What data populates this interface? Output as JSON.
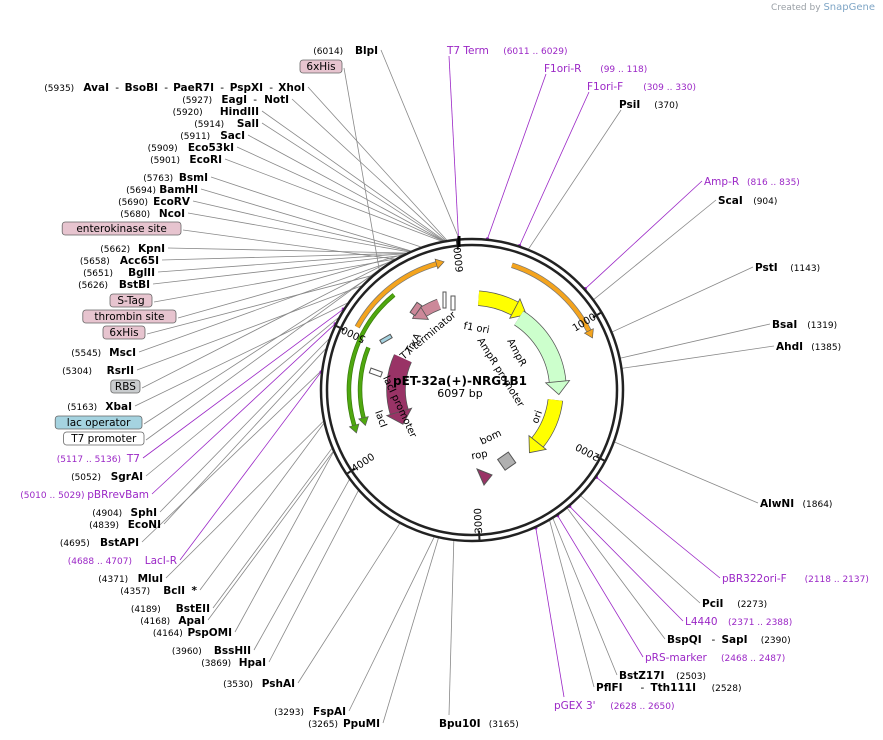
{
  "credit": {
    "prefix": "Created by",
    "brand": "SnapGene"
  },
  "plasmid": {
    "name": "pET-32a(+)-NRG1B1",
    "length": "6097 bp",
    "total_bp": 6097
  },
  "ticks": [
    "1000",
    "2000",
    "3000",
    "4000",
    "5000",
    "6000"
  ],
  "left_labels": [
    {
      "pos": "(6014)",
      "name": "BlpI"
    },
    {
      "box": "6xHis",
      "style": "tag"
    },
    {
      "pos": "(5935)",
      "name": "AvaI",
      "extra": [
        "BsoBI",
        "PaeR7I",
        "PspXI",
        "XhoI"
      ]
    },
    {
      "pos": "(5927)",
      "name": "EagI",
      "extra": [
        "NotI"
      ]
    },
    {
      "pos": "(5920)",
      "name": "HindIII"
    },
    {
      "pos": "(5914)",
      "name": "SalI"
    },
    {
      "pos": "(5911)",
      "name": "SacI"
    },
    {
      "pos": "(5909)",
      "name": "Eco53kI"
    },
    {
      "pos": "(5901)",
      "name": "EcoRI"
    },
    {
      "pos": "(5763)",
      "name": "BsmI"
    },
    {
      "pos": "(5694)",
      "name": "BamHI"
    },
    {
      "pos": "(5690)",
      "name": "EcoRV"
    },
    {
      "pos": "(5680)",
      "name": "NcoI"
    },
    {
      "box": "enterokinase site",
      "style": "tag"
    },
    {
      "pos": "(5662)",
      "name": "KpnI"
    },
    {
      "pos": "(5658)",
      "name": "Acc65I"
    },
    {
      "pos": "(5651)",
      "name": "BglII"
    },
    {
      "pos": "(5626)",
      "name": "BstBI"
    },
    {
      "box": "S-Tag",
      "style": "tag"
    },
    {
      "box": "thrombin site",
      "style": "tag"
    },
    {
      "box": "6xHis",
      "style": "tag"
    },
    {
      "pos": "(5545)",
      "name": "MscI"
    },
    {
      "pos": "(5304)",
      "name": "RsrII"
    },
    {
      "box": "RBS",
      "style": "rbs"
    },
    {
      "pos": "(5163)",
      "name": "XbaI"
    },
    {
      "box": "lac operator",
      "style": "lacop"
    },
    {
      "box": "T7 promoter",
      "style": "t7"
    },
    {
      "primer": "T7",
      "range": "(5117 .. 5136)"
    },
    {
      "pos": "(5052)",
      "name": "SgrAI"
    },
    {
      "primer": "pBRrevBam",
      "range": "(5010 .. 5029)"
    },
    {
      "pos": "(4904)",
      "name": "SphI"
    },
    {
      "pos": "(4839)",
      "name": "EcoNI"
    },
    {
      "pos": "(4695)",
      "name": "BstAPI"
    },
    {
      "primer": "LacI-R",
      "range": "(4688 .. 4707)"
    },
    {
      "pos": "(4371)",
      "name": "MluI"
    },
    {
      "pos": "(4357)",
      "name": "BclI",
      "suffix": "*"
    },
    {
      "pos": "(4189)",
      "name": "BstEII"
    },
    {
      "pos": "(4168)",
      "name": "ApaI"
    },
    {
      "pos": "(4164)",
      "name": "PspOMI"
    },
    {
      "pos": "(3960)",
      "name": "BssHII"
    },
    {
      "pos": "(3869)",
      "name": "HpaI"
    },
    {
      "pos": "(3530)",
      "name": "PshAI"
    },
    {
      "pos": "(3293)",
      "name": "FspAI"
    },
    {
      "pos": "(3265)",
      "name": "PpuMI"
    }
  ],
  "right_labels": [
    {
      "primer": "T7 Term",
      "range": "(6011 .. 6029)"
    },
    {
      "primer": "F1ori-R",
      "range": "(99 .. 118)"
    },
    {
      "primer": "F1ori-F",
      "range": "(309 .. 330)"
    },
    {
      "name": "PsiI",
      "pos": "(370)"
    },
    {
      "primer": "Amp-R",
      "range": "(816 .. 835)"
    },
    {
      "name": "ScaI",
      "pos": "(904)"
    },
    {
      "name": "PstI",
      "pos": "(1143)"
    },
    {
      "name": "BsaI",
      "pos": "(1319)"
    },
    {
      "name": "AhdI",
      "pos": "(1385)"
    },
    {
      "name": "AlwNI",
      "pos": "(1864)"
    },
    {
      "primer": "pBR322ori-F",
      "range": "(2118 .. 2137)"
    },
    {
      "name": "PciI",
      "pos": "(2273)"
    },
    {
      "primer": "L4440",
      "range": "(2371 .. 2388)"
    },
    {
      "name": "BspQI",
      "extra": "SapI",
      "pos": "(2390)"
    },
    {
      "primer": "pRS-marker",
      "range": "(2468 .. 2487)"
    },
    {
      "name": "BstZ17I",
      "pos": "(2503)"
    },
    {
      "name": "PflFI",
      "extra": "Tth111I",
      "pos": "(2528)"
    },
    {
      "primer": "pGEX 3'",
      "range": "(2628 .. 2650)"
    },
    {
      "name": "Bpu10I",
      "pos": "(3165)"
    }
  ],
  "features": [
    {
      "label": "f1 ori",
      "color": "#ffff00"
    },
    {
      "label": "AmpR promoter",
      "color": "#cfe8d0"
    },
    {
      "label": "AmpR",
      "color": "#ccffcc"
    },
    {
      "label": "ori",
      "color": "#ffff00"
    },
    {
      "label": "bom",
      "color": "#b0b0b0"
    },
    {
      "label": "rop",
      "color": "#993366"
    },
    {
      "label": "lacI",
      "color": "#993366"
    },
    {
      "label": "lacI promoter",
      "color": "#ffffff"
    },
    {
      "label": "T7 terminator",
      "color": "#ffffff"
    },
    {
      "label": "TrxA",
      "color": "#cc8899"
    }
  ],
  "colors": {
    "primer": "#9b27c6",
    "tag_fill": "#e7c4cf",
    "rbs_fill": "#c9ccce",
    "lacop_fill": "#a5d3e0",
    "orange_arc": "#f4a41e",
    "green_arc": "#4fa80f"
  }
}
